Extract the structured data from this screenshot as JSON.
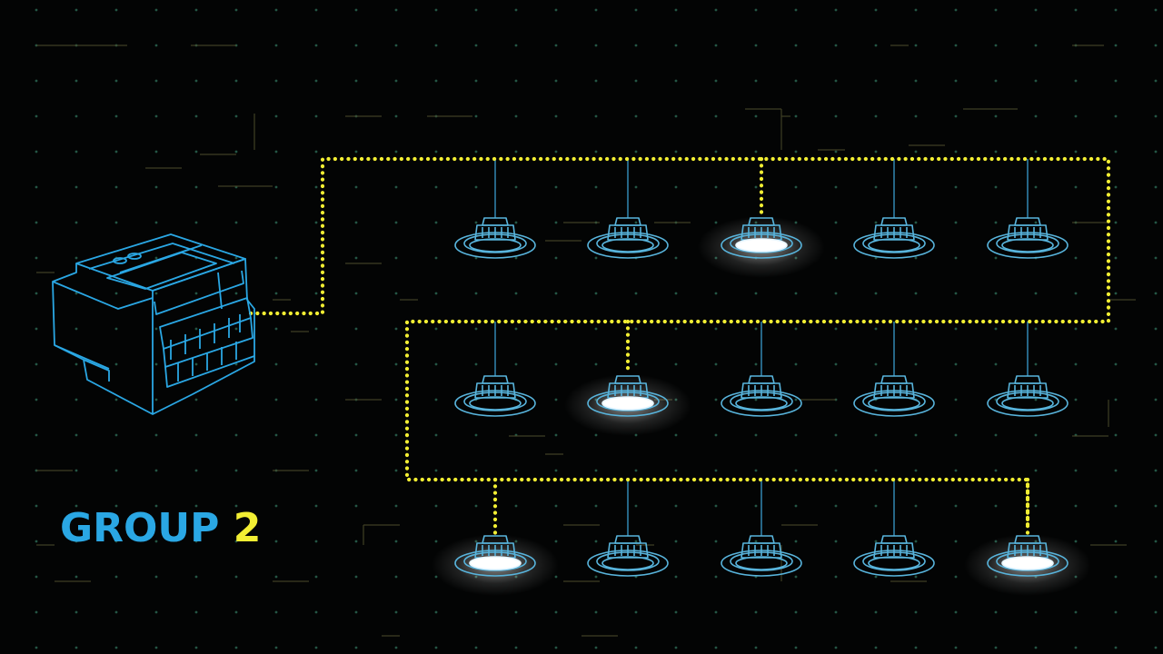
{
  "label": {
    "word": "GROUP",
    "number": "2"
  },
  "colors": {
    "background": "#030404",
    "wire": "#f2ee33",
    "device_outline": "#2aa7e4",
    "lamp_outline": "#58b4dc",
    "lamp_glow": "#ffffff",
    "grid_dot": "#2c6b55",
    "grid_line": "#4a4a2a"
  },
  "controller": {
    "icon": "dali-controller-icon"
  },
  "lamps": {
    "rows": [
      {
        "name": "row-1",
        "lit": [
          false,
          false,
          true,
          false,
          false
        ]
      },
      {
        "name": "row-2",
        "lit": [
          false,
          true,
          false,
          false,
          false
        ]
      },
      {
        "name": "row-3",
        "lit": [
          true,
          false,
          false,
          false,
          true
        ]
      }
    ]
  }
}
